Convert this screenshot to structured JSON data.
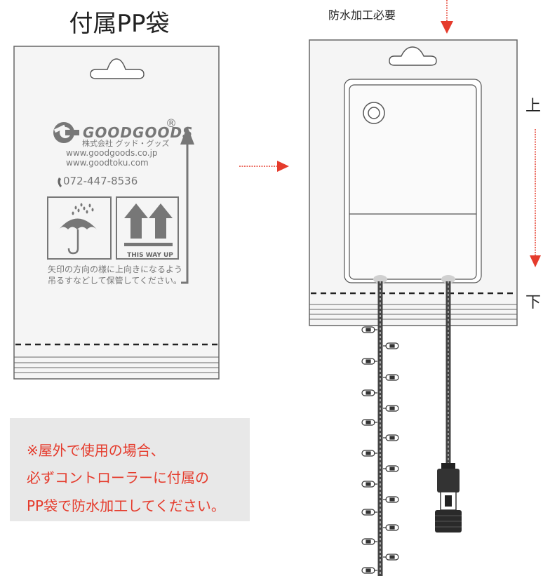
{
  "title": "付属PP袋",
  "top_note": "防水加工必要",
  "bag_print": {
    "brand": "GOODGOODS",
    "registered_mark": "®",
    "company": "株式会社 グッド・グッズ",
    "url1": "www.goodgoods.co.jp",
    "url2": "www.goodtoku.com",
    "phone": "072-447-8536",
    "this_way_up": "THIS WAY UP",
    "instruction_line1": "矢印の方向の様に上向きになるよう",
    "instruction_line2": "吊るすなどして保管してください。"
  },
  "direction_labels": {
    "up": "上",
    "down": "下"
  },
  "note": {
    "line1": "※屋外で使用の場合、",
    "line2": "必ずコントローラーに付属の",
    "line3": "PP袋で防水加工してください。"
  },
  "colors": {
    "accent_red": "#e53b2c",
    "note_bg": "#e8e8e8",
    "print_grey": "#777777"
  }
}
